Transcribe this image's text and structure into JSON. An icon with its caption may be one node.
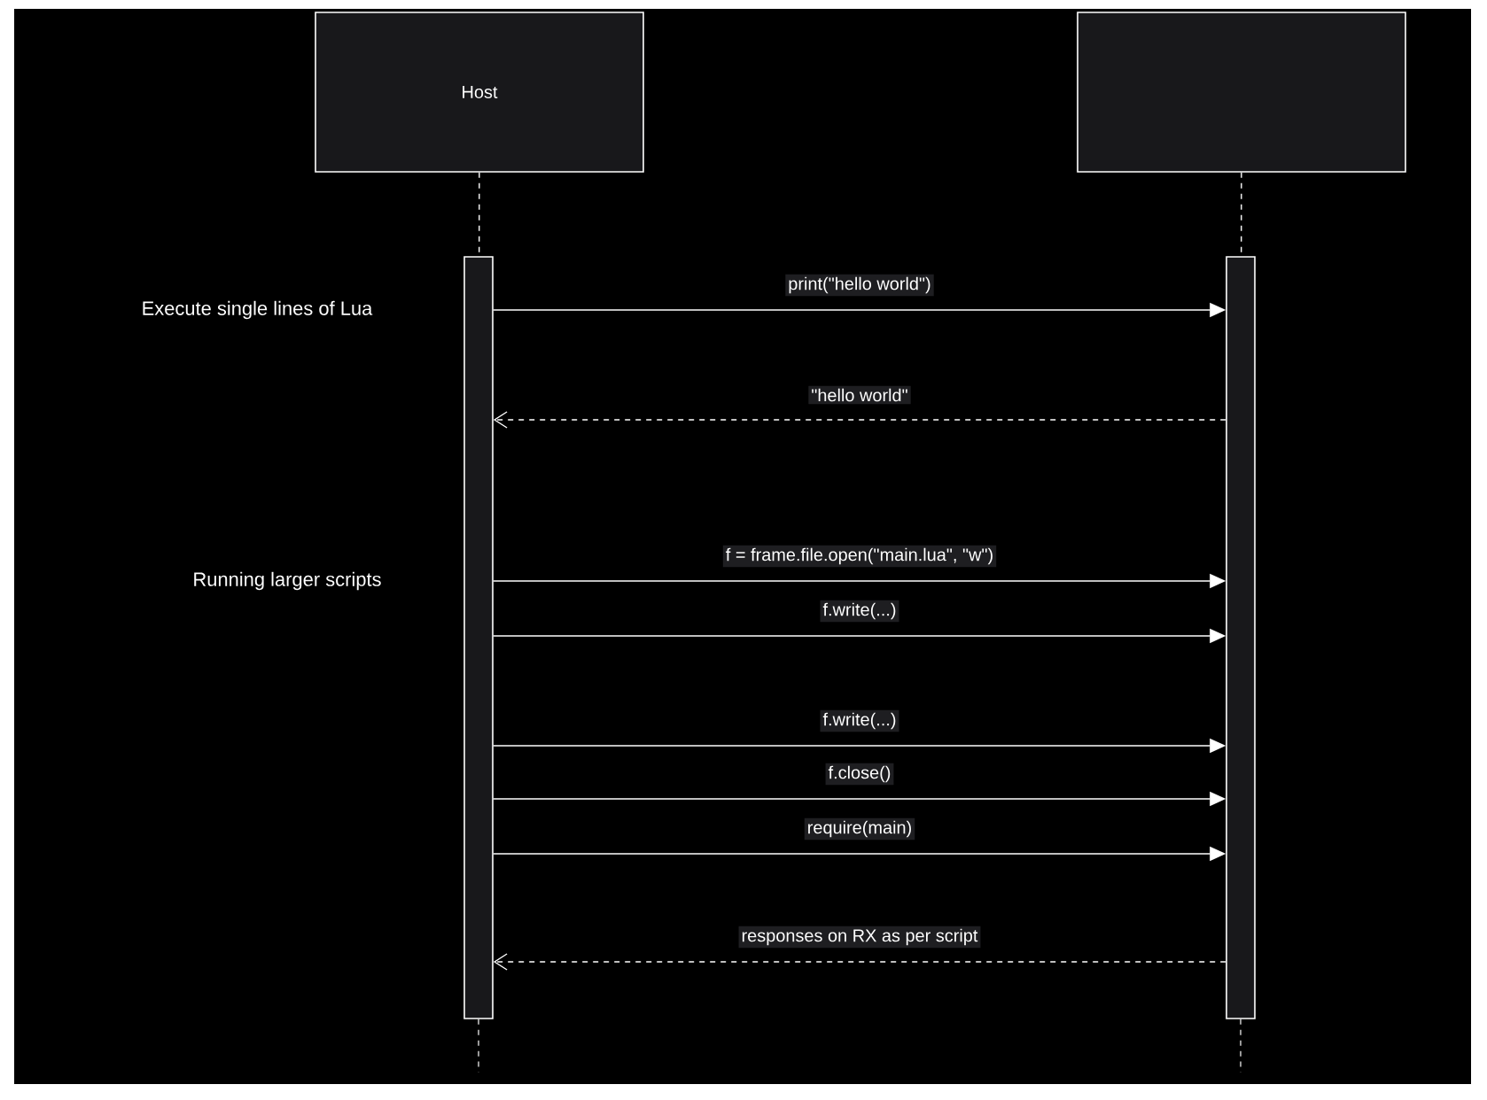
{
  "diagram": {
    "nodes": [
      {
        "text": [
          "Host"
        ]
      },
      {
        "text": [],
        "shape": "box"
      },
      {
        "text": [],
        "shape": "bar"
      },
      {
        "text": [],
        "shape": "bar"
      }
    ],
    "edges": [
      {
        "from": 0,
        "to": 2,
        "arrow": "none",
        "style": "dashed"
      },
      {
        "from": 1,
        "to": 3,
        "arrow": "none",
        "style": "dashed"
      },
      {
        "from": 2,
        "to": 3,
        "arrow": "to",
        "label": "print(\"hello world\")"
      },
      {
        "from": 3,
        "to": 2,
        "arrow": "to",
        "style": "dashed",
        "label": "\"hello world\""
      },
      {
        "from": 2,
        "to": 3,
        "arrow": "to",
        "label": "f = frame.file.open(\"main.lua\", \"w\")"
      },
      {
        "from": 2,
        "to": 3,
        "arrow": "to",
        "label": "f.write(...)"
      },
      {
        "from": 2,
        "to": 3,
        "arrow": "to",
        "label": "f.write(...)"
      },
      {
        "from": 2,
        "to": 3,
        "arrow": "to",
        "label": "f.close()"
      },
      {
        "from": 2,
        "to": 3,
        "arrow": "to",
        "label": "require(main)"
      },
      {
        "from": 3,
        "to": 2,
        "arrow": "to",
        "style": "dashed",
        "label": "responses on RX as per script"
      }
    ],
    "labels": [
      "Execute single lines of Lua",
      "Running larger scripts"
    ]
  }
}
